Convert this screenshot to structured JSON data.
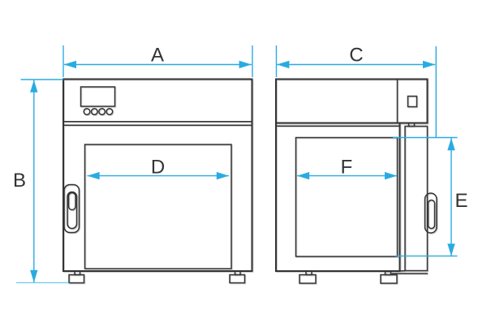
{
  "diagram": {
    "kind": "technical-dimension-drawing",
    "views": [
      "front",
      "side"
    ]
  },
  "labels": {
    "a": "A",
    "b": "B",
    "c": "C",
    "d": "D",
    "e": "E",
    "f": "F"
  },
  "colors": {
    "line": "#333333",
    "dimension": "#29abe2",
    "background": "#ffffff"
  }
}
